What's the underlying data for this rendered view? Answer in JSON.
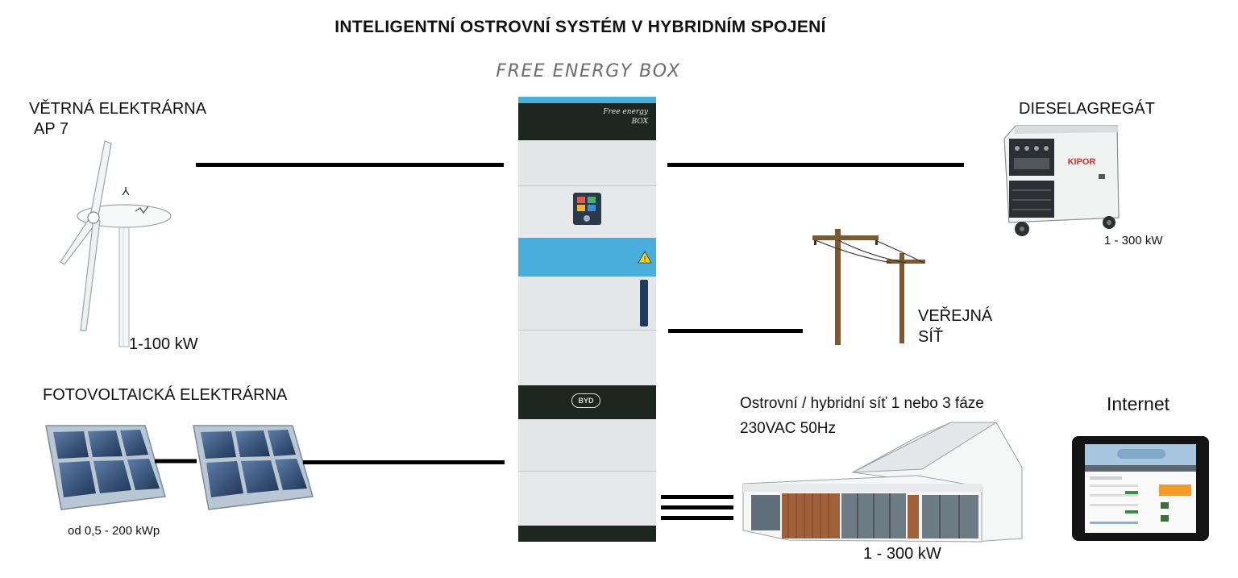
{
  "title": "INTELIGENTNÍ OSTROVNÍ SYSTÉM V HYBRIDNÍM SPOJENÍ",
  "subtitle": "FREE ENERGY BOX",
  "box": {
    "top_text_1": "Free energy",
    "top_text_2": "BOX",
    "brand": "BYD"
  },
  "wind": {
    "label_1": "VĚTRNÁ ELEKTRÁRNA",
    "label_2": "AP 7",
    "power": "1-100 kW"
  },
  "solar": {
    "label": "FOTOVOLTAICKÁ ELEKTRÁRNA",
    "power": "od 0,5 - 200 kWp"
  },
  "diesel": {
    "label": "DIESELAGREGÁT",
    "brand": "KIPOR",
    "power": "1 - 300 kW"
  },
  "grid": {
    "label_1": "VEŘEJNÁ",
    "label_2": "SÍŤ"
  },
  "house": {
    "label_1": "Ostrovní / hybridní síť 1 nebo 3 fáze",
    "label_2": "230VAC 50Hz",
    "power": "1 - 300 kW"
  },
  "internet": {
    "label": "Internet"
  },
  "colors": {
    "accent_blue": "#4aaedc",
    "box_dark": "#1e2622",
    "wire": "#000000",
    "pole_wood": "#7a5a33"
  }
}
